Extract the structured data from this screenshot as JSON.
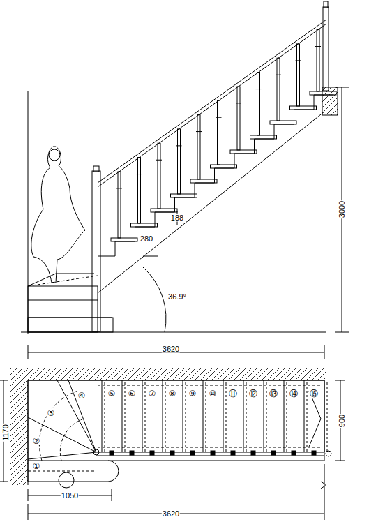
{
  "diagram": {
    "labels": [
      "188",
      "280",
      "36.9°",
      "3000",
      "3620",
      "1170",
      "900",
      "1050",
      "3620",
      "①",
      "②",
      "③",
      "④",
      "⑤",
      "⑥",
      "⑦",
      "⑧",
      "⑨",
      "⑩",
      "⑪",
      "⑫",
      "⑬",
      "⑭",
      "⑮"
    ]
  }
}
